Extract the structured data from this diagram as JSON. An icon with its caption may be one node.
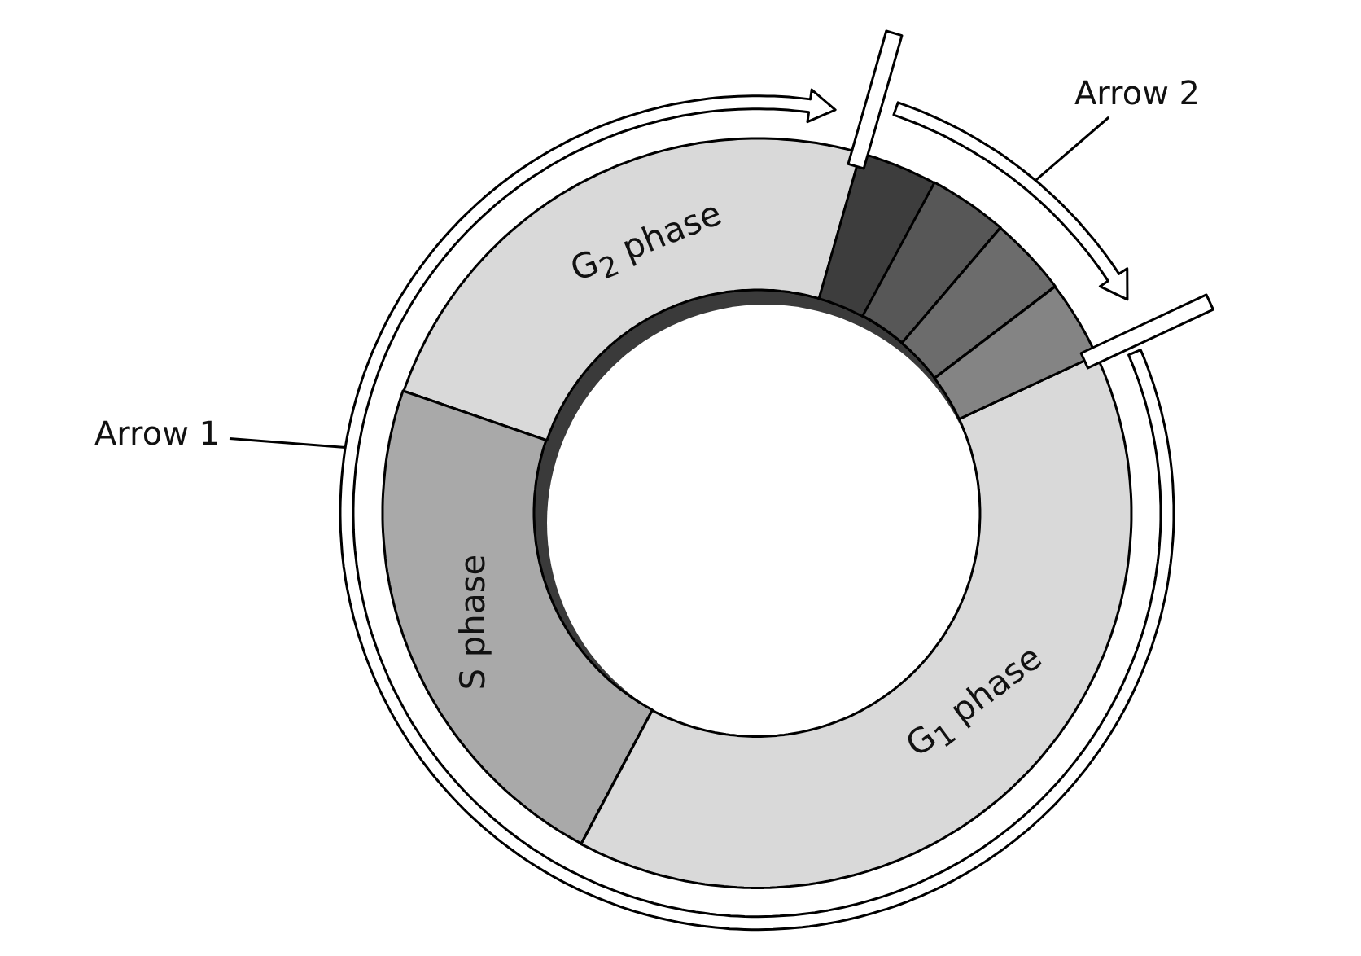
{
  "diagram": {
    "nodes": [
      {
        "text": [
          "G$_{2}$ phase"
        ]
      },
      {
        "text": [
          "S phase"
        ]
      },
      {
        "text": [
          "G$_{1}$ phase"
        ]
      },
      {
        "text": [],
        "shape": "box"
      },
      {
        "text": [],
        "shape": "box"
      },
      {
        "text": [],
        "shape": "box"
      },
      {
        "text": [],
        "shape": "box"
      },
      {
        "text": [
          "Arrow 1"
        ]
      },
      {
        "text": [
          "Arrow 2"
        ]
      },
      {
        "text": [],
        "shape": "arrow"
      },
      {
        "text": [],
        "shape": "arrow"
      },
      {
        "text": [],
        "shape": "bar"
      },
      {
        "text": [],
        "shape": "bar"
      }
    ],
    "edges": [
      {
        "from": 7,
        "to": 9,
        "arrow": "none"
      },
      {
        "from": 8,
        "to": 10,
        "arrow": "none"
      }
    ]
  }
}
